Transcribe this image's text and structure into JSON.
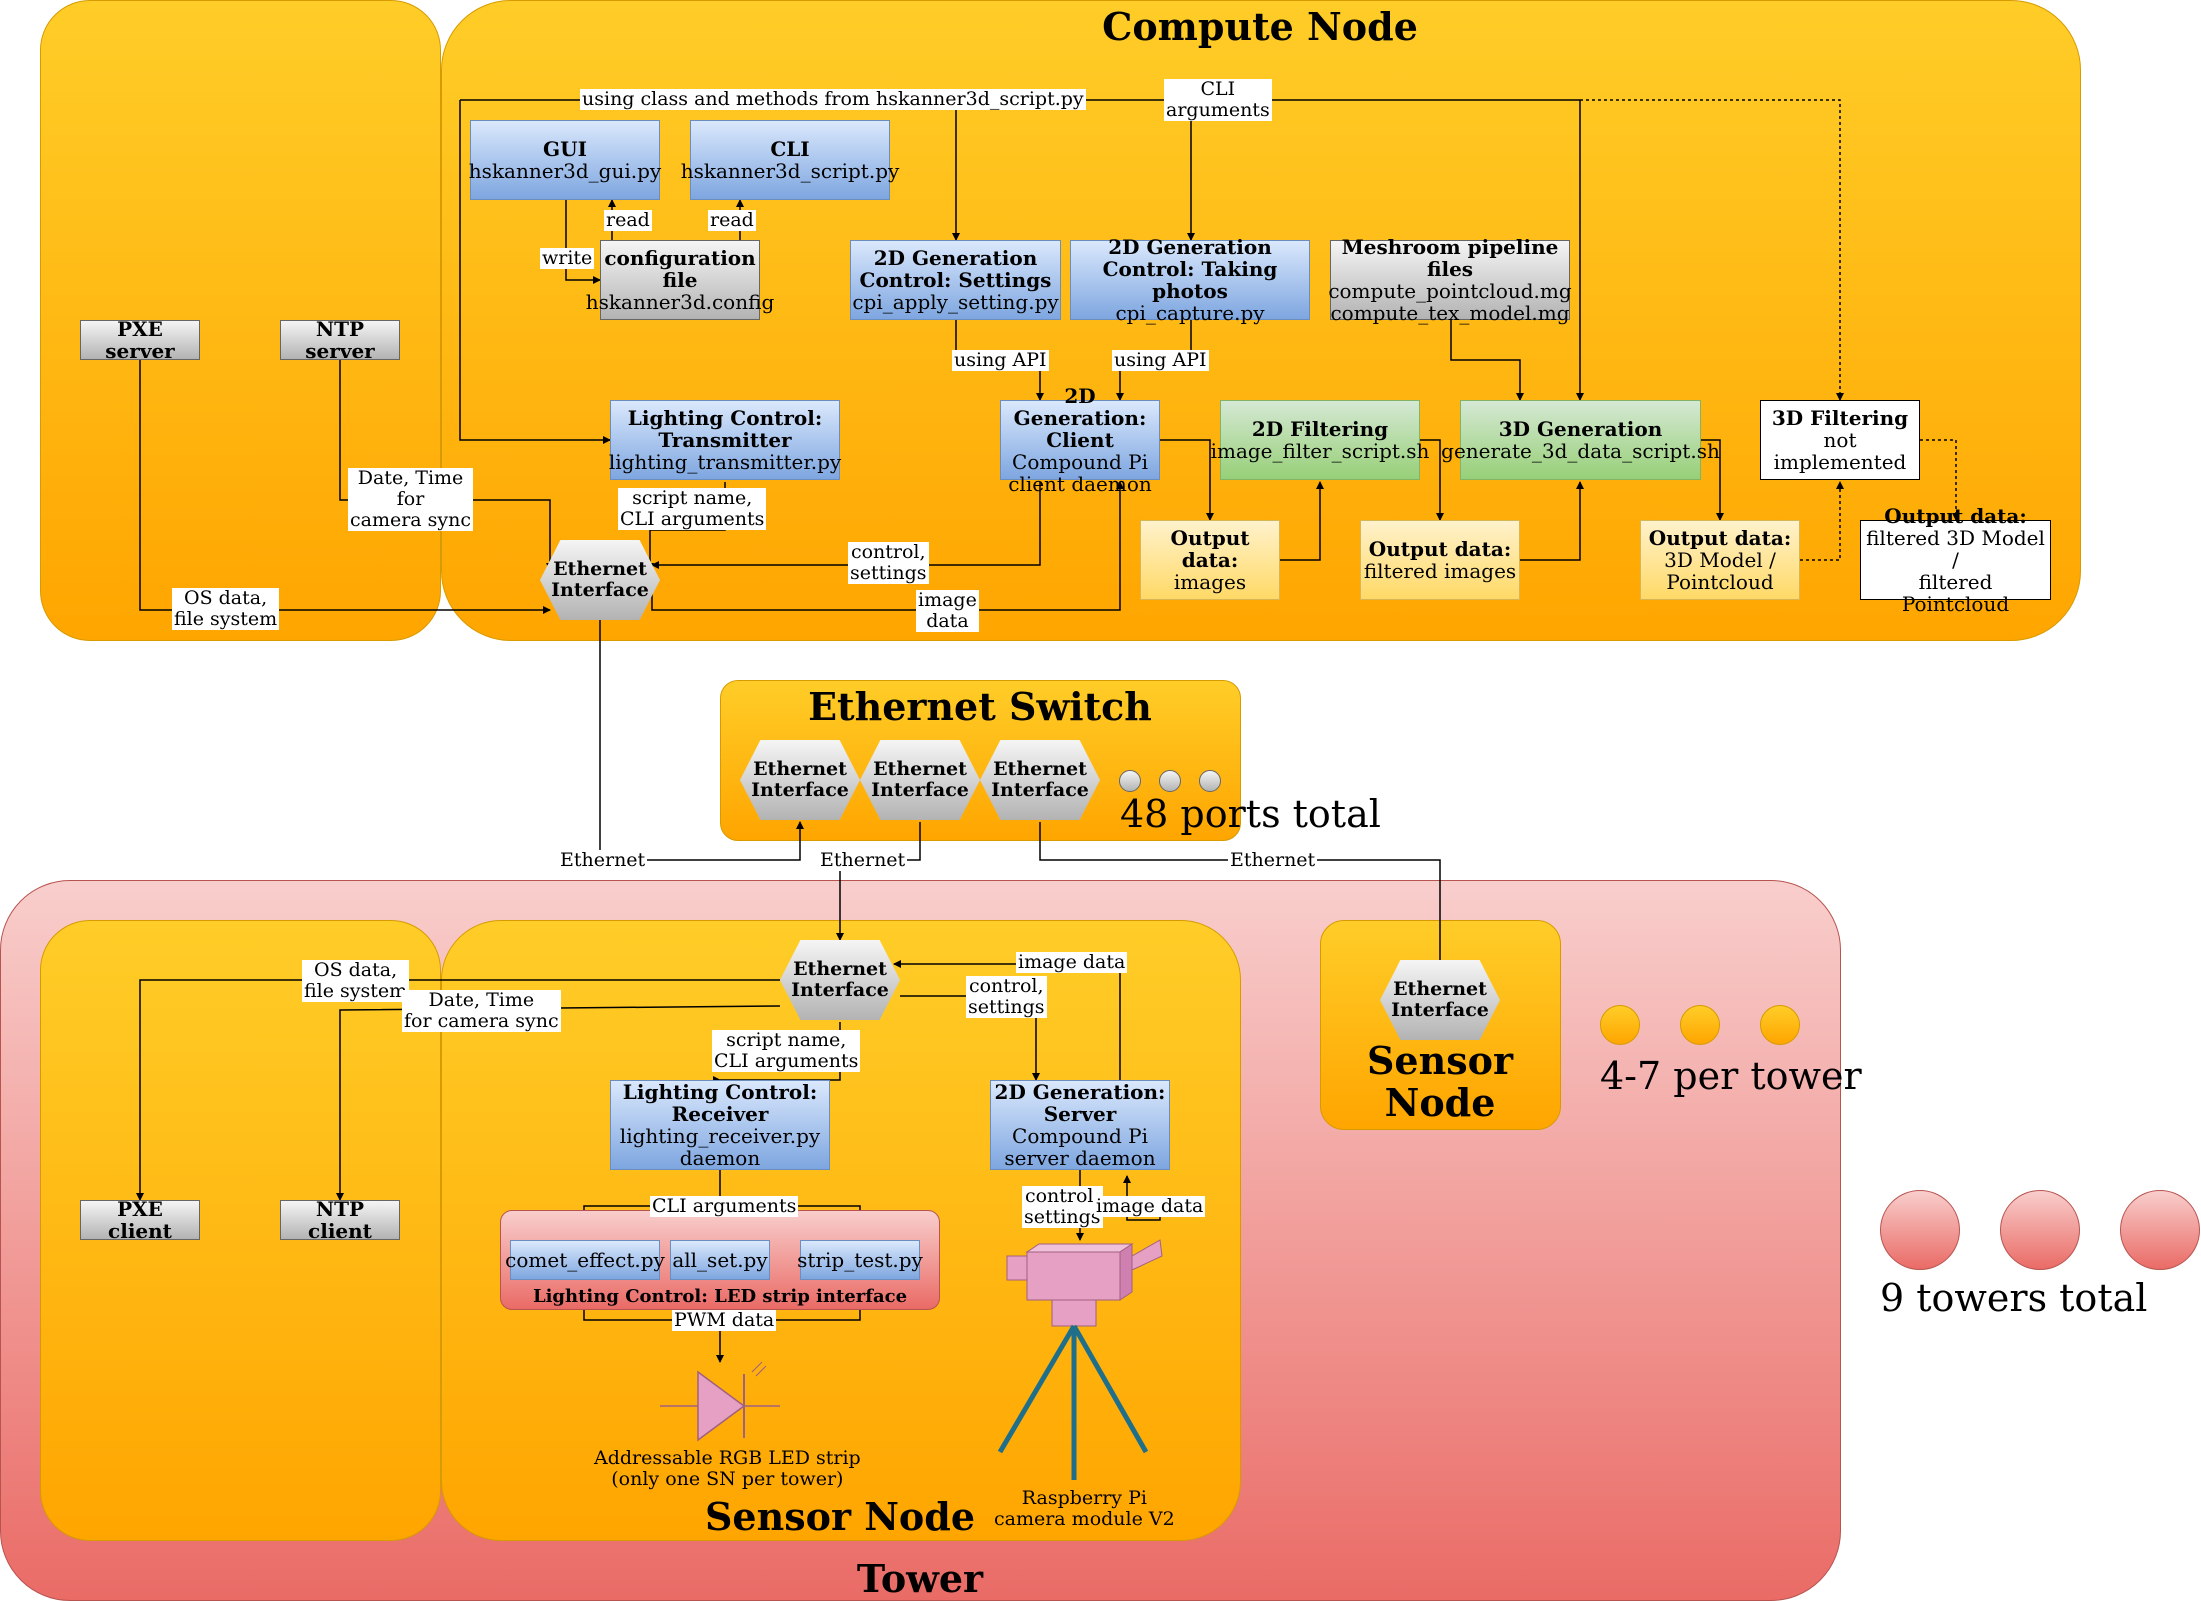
{
  "compute_node": {
    "title": "Compute Node",
    "pxe_server": "PXE server",
    "ntp_server": "NTP server",
    "gui": {
      "title": "GUI",
      "file": "hskanner3d_gui.py"
    },
    "cli": {
      "title": "CLI",
      "file": "hskanner3d_script.py"
    },
    "config": {
      "title": "configuration file",
      "file": "hskanner3d.config"
    },
    "gen_settings": {
      "title": "2D Generation Control: Settings",
      "file": "cpi_apply_setting.py"
    },
    "gen_photos": {
      "title": "2D Generation Control: Taking photos",
      "file": "cpi_capture.py"
    },
    "meshroom": {
      "title": "Meshroom pipeline files",
      "file1": "compute_pointcloud.mg",
      "file2": "compute_tex_model.mg"
    },
    "lighting_tx": {
      "title": "Lighting Control: Transmitter",
      "file": "lighting_transmitter.py"
    },
    "gen_client": {
      "title": "2D Generation: Client",
      "line1": "Compound Pi",
      "line2": "client daemon"
    },
    "filter2d": {
      "title": "2D Filtering",
      "file": "image_filter_script.sh"
    },
    "gen3d": {
      "title": "3D Generation",
      "file": "generate_3d_data_script.sh"
    },
    "filter3d": {
      "title": "3D Filtering",
      "note": "not implemented"
    },
    "out_images": {
      "title": "Output data:",
      "value": "images"
    },
    "out_filtered": {
      "title": "Output data:",
      "value": "filtered images"
    },
    "out_model": {
      "title": "Output data:",
      "line1": "3D Model /",
      "line2": "Pointcloud"
    },
    "out_filtered_model": {
      "title": "Output data:",
      "line1": "filtered 3D Model /",
      "line2": "filtered Pointcloud"
    },
    "eth": {
      "line1": "Ethernet",
      "line2": "Interface"
    },
    "labels": {
      "using_class": "using class and methods from hskanner3d_script.py",
      "cli_args": "CLI\narguments",
      "read1": "read",
      "read2": "read",
      "write": "write",
      "using_api1": "using API",
      "using_api2": "using API",
      "date_time": "Date, Time\nfor\ncamera sync",
      "script_name": "script name,\nCLI arguments",
      "control": "control,\nsettings",
      "image_data": "image\ndata",
      "os_data": "OS data,\nfile system"
    }
  },
  "switch": {
    "title": "Ethernet Switch",
    "eth1": {
      "line1": "Ethernet",
      "line2": "Interface"
    },
    "eth2": {
      "line1": "Ethernet",
      "line2": "Interface"
    },
    "eth3": {
      "line1": "Ethernet",
      "line2": "Interface"
    },
    "ports": "48 ports total"
  },
  "links": {
    "ethernet1": "Ethernet",
    "ethernet2": "Ethernet",
    "ethernet3": "Ethernet"
  },
  "tower": {
    "title": "Tower",
    "towers_total": "9 towers total",
    "per_tower": "4-7 per tower",
    "pxe_client": "PXE client",
    "ntp_client": "NTP client",
    "sensor_node": {
      "title": "Sensor Node",
      "eth": {
        "line1": "Ethernet",
        "line2": "Interface"
      },
      "lighting_rx": {
        "title": "Lighting Control: Receiver",
        "file": "lighting_receiver.py",
        "line2": "daemon"
      },
      "gen_server": {
        "title": "2D Generation: Server",
        "line1": "Compound Pi",
        "line2": "server daemon"
      },
      "led_interface": "Lighting Control: LED strip interface",
      "comet": "comet_effect.py",
      "allset": "all_set.py",
      "striptest": "strip_test.py",
      "led_label": "Addressable RGB LED strip\n(only one SN per tower)",
      "camera_label": "Raspberry Pi\ncamera module V2",
      "labels": {
        "os_data": "OS data,\nfile system",
        "date_time": "Date, Time\nfor camera sync",
        "script_name": "script name,\nCLI arguments",
        "control": "control,\nsettings",
        "image_data_top": "image data",
        "cli_args": "CLI arguments",
        "pwm": "PWM data",
        "control2": "control,\nsettings",
        "image_data2": "image data"
      }
    },
    "sensor_node_small": {
      "line1": "Sensor",
      "line2": "Node",
      "eth": {
        "line1": "Ethernet",
        "line2": "Interface"
      }
    }
  },
  "colors": {
    "orange": "#ffa500",
    "pink": "#ea6b66",
    "blue": "#7ea6e0",
    "green": "#97d077",
    "yellow": "#ffd966",
    "gray": "#b3b3b3"
  }
}
